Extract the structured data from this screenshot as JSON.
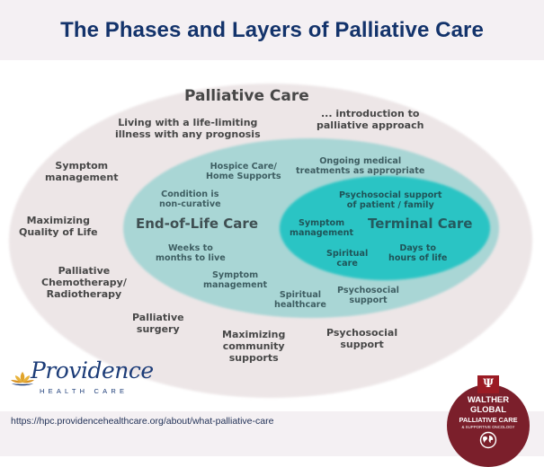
{
  "header": {
    "title": "The Phases and Layers of Palliative Care"
  },
  "colors": {
    "title_navy": "#13336b",
    "outer_layer": "#ede6e7",
    "middle_layer": "#a9d6d5",
    "inner_layer": "#2bc4c4",
    "badge_red": "#7b1f2b",
    "band_bg": "#f4f0f3"
  },
  "diagram": {
    "outer": {
      "heading": "Palliative Care",
      "labels": [
        {
          "line1": "Living with a life-limiting",
          "line2": "illness with any prognosis"
        },
        {
          "line1": "... introduction to",
          "line2": "palliative approach"
        },
        {
          "line1": "Symptom",
          "line2": "management"
        },
        {
          "line1": "Maximizing",
          "line2": "Quality of Life"
        },
        {
          "line1": "Palliative",
          "line2": "Chemotherapy/",
          "line3": "Radiotherapy"
        },
        {
          "line1": "Palliative",
          "line2": "surgery"
        },
        {
          "line1": "Maximizing",
          "line2": "community",
          "line3": "supports"
        },
        {
          "line1": "Psychosocial",
          "line2": "support"
        }
      ]
    },
    "middle": {
      "heading": "End-of-Life Care",
      "labels": [
        {
          "line1": "Hospice Care/",
          "line2": "Home Supports"
        },
        {
          "line1": "Ongoing medical",
          "line2": "treatments as appropriate"
        },
        {
          "line1": "Condition is",
          "line2": "non-curative"
        },
        {
          "line1": "Weeks to",
          "line2": "months to live"
        },
        {
          "line1": "Symptom",
          "line2": "management"
        },
        {
          "line1": "Spiritual",
          "line2": "healthcare"
        },
        {
          "line1": "Psychosocial",
          "line2": "support"
        }
      ]
    },
    "inner": {
      "heading": "Terminal Care",
      "labels": [
        {
          "line1": "Psychosocial support",
          "line2": "of patient / family"
        },
        {
          "line1": "Symptom",
          "line2": "management"
        },
        {
          "line1": "Spiritual",
          "line2": "care"
        },
        {
          "line1": "Days to",
          "line2": "hours of life"
        }
      ]
    }
  },
  "logos": {
    "providence": {
      "name": "Providence",
      "sub": "HEALTH CARE",
      "icon": "lotus-icon"
    },
    "walther": {
      "tab_glyph": "Ψ",
      "line1": "WALTHER",
      "line2": "GLOBAL",
      "line3": "PALLIATIVE CARE",
      "line4": "& SUPPORTIVE ONCOLOGY",
      "icon": "globe-icon"
    }
  },
  "footer": {
    "url": "https://hpc.providencehealthcare.org/about/what-palliative-care"
  }
}
